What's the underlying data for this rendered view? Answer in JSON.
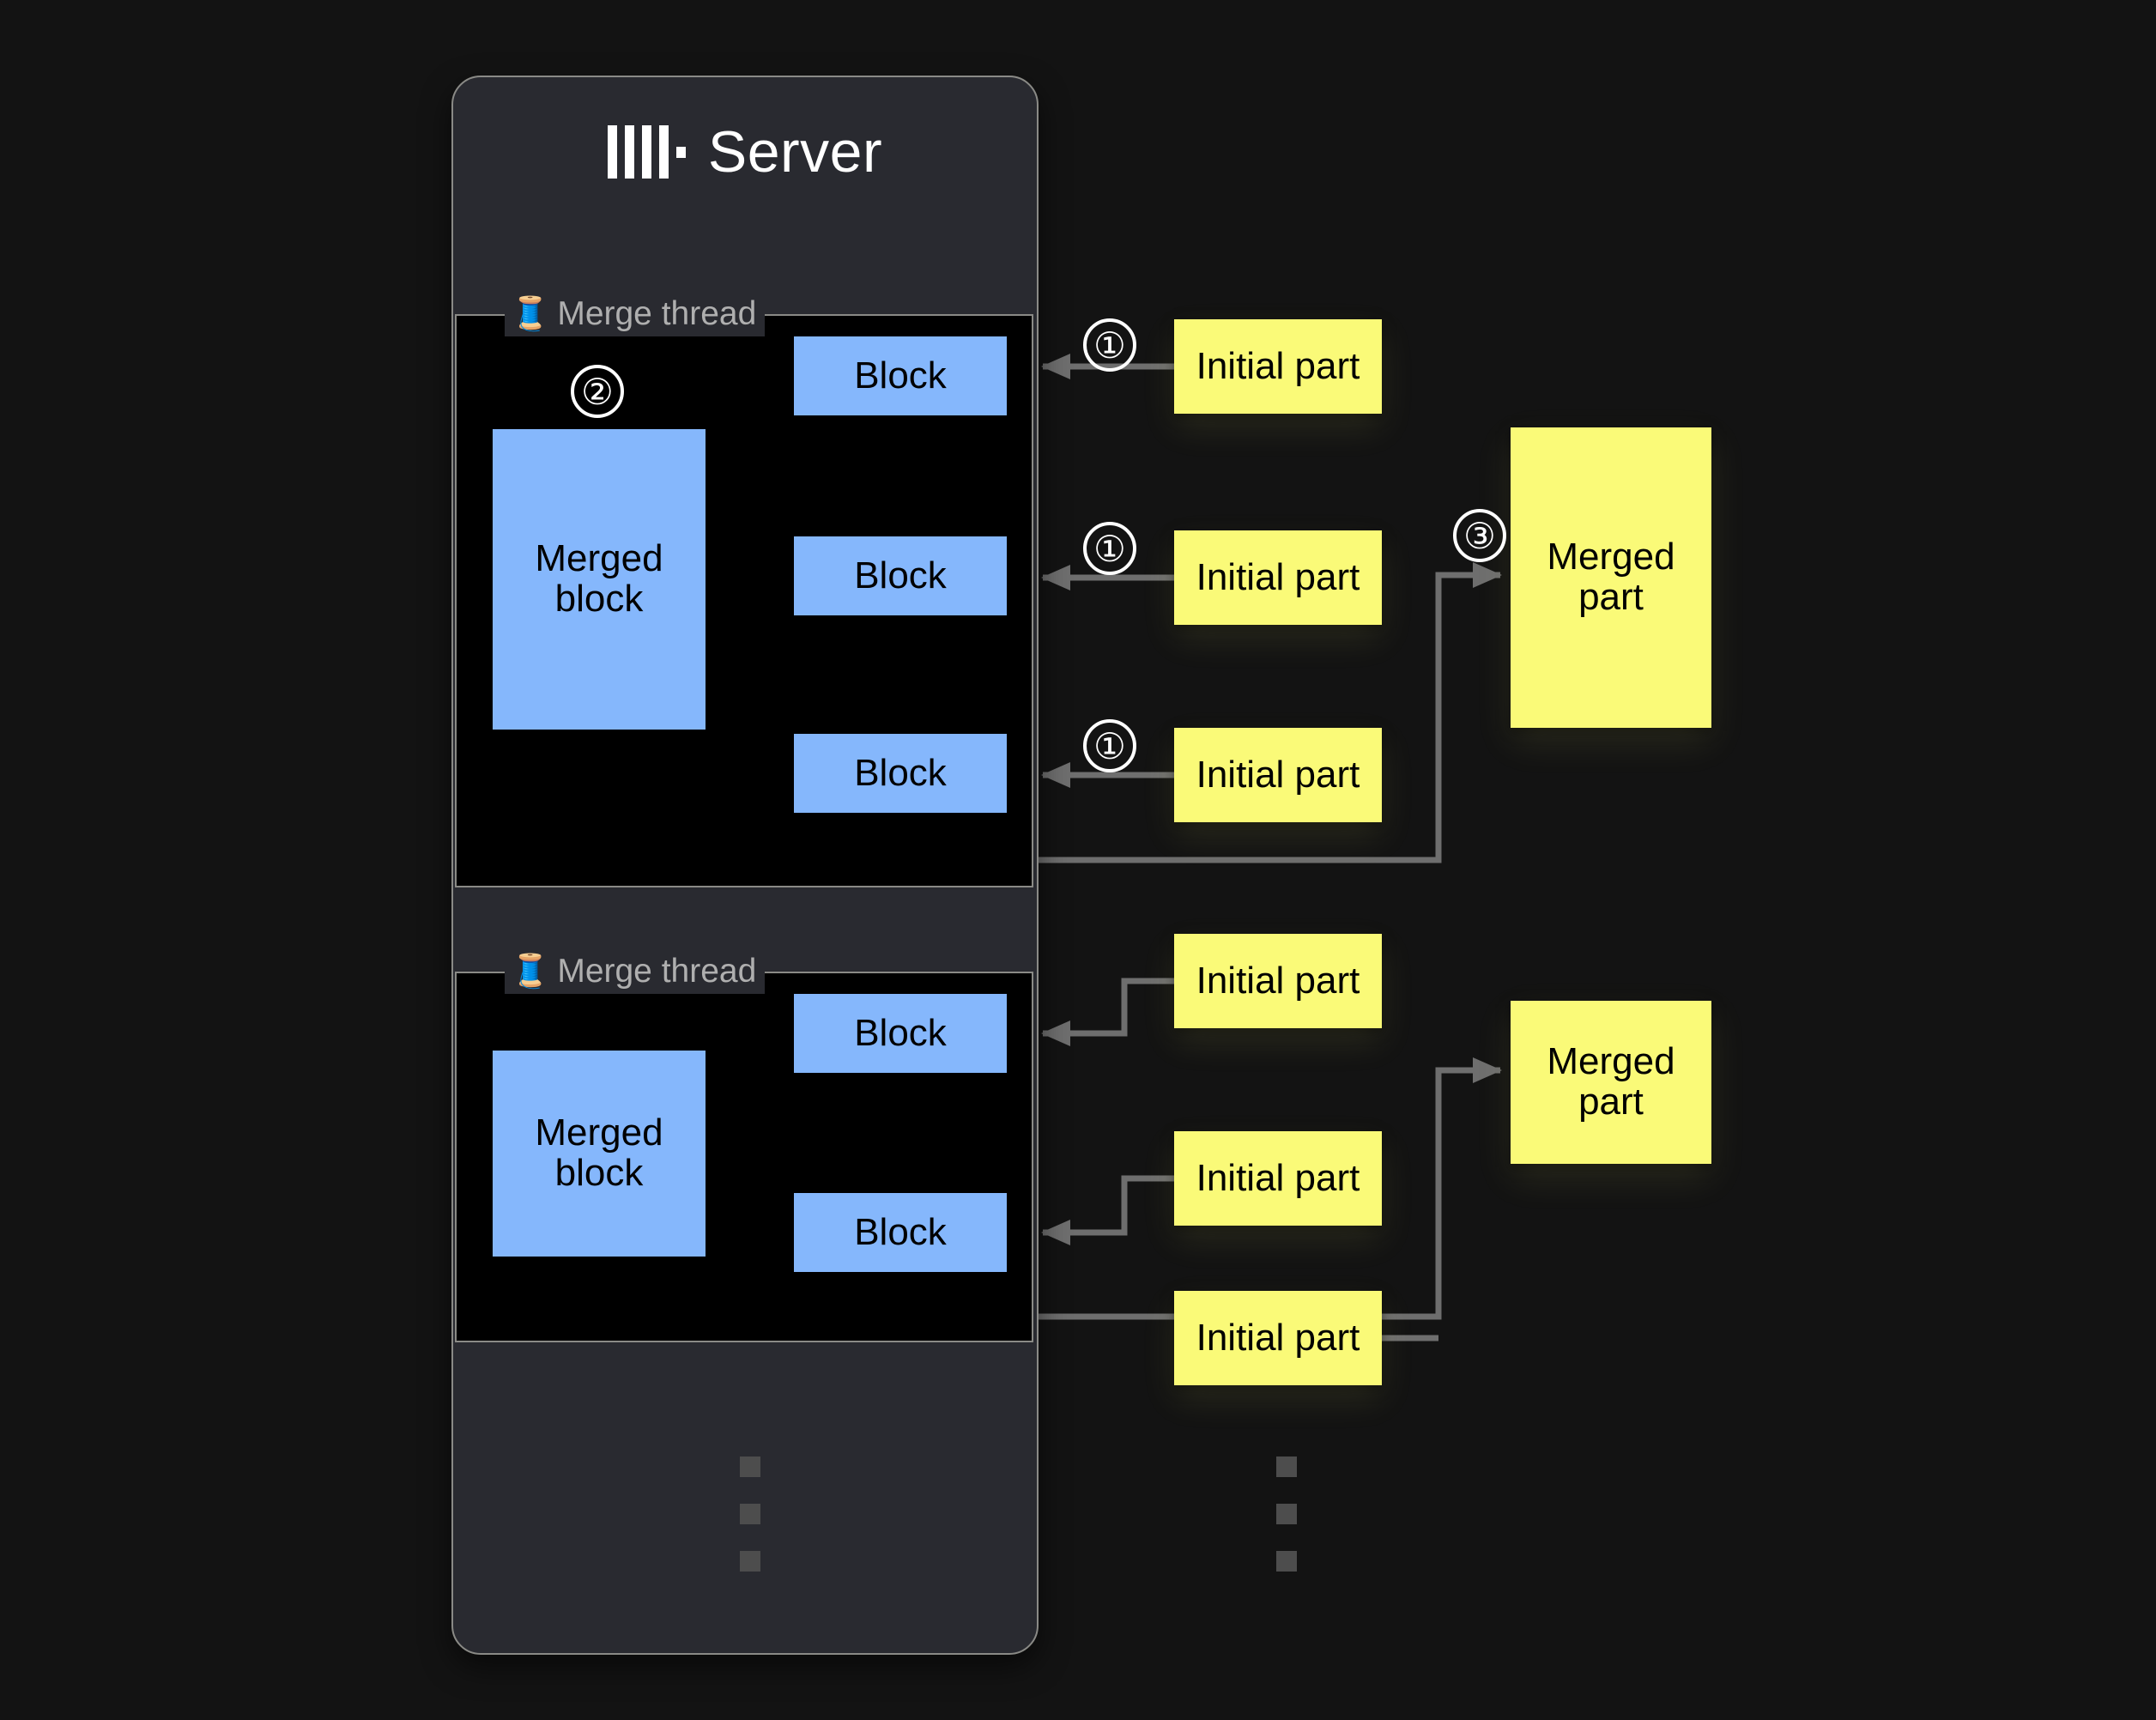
{
  "page": {
    "background": "#131313",
    "title_text": "Server"
  },
  "server": {
    "logo_icon": "clickhouse-logo-icon",
    "title": "Server",
    "panel_color": "#292A30",
    "border_color": "#8A8A86"
  },
  "threads": [
    {
      "legend_icon": "thread-spool-icon",
      "legend_emoji": "🧵",
      "legend": "Merge thread",
      "merged_block": "Merged block",
      "blocks": [
        "Block",
        "Block",
        "Block"
      ]
    },
    {
      "legend_icon": "thread-spool-icon",
      "legend_emoji": "🧵",
      "legend": "Merge thread",
      "merged_block": "Merged block",
      "blocks": [
        "Block",
        "Block"
      ]
    }
  ],
  "initial_parts": [
    "Initial part",
    "Initial part",
    "Initial part",
    "Initial part",
    "Initial part",
    "Initial part"
  ],
  "merged_parts": [
    "Merged part",
    "Merged part"
  ],
  "steps": {
    "one": "①",
    "two": "②",
    "three": "③"
  },
  "colors": {
    "block_blue": "#85B7FC",
    "part_yellow": "#FAFA78",
    "connector_gray": "#6E6E6E",
    "dot_gray": "#4D4D4D",
    "legend_text": "#AFAFAF"
  },
  "ellipsis": {
    "left_label": "vertical-ellipsis",
    "right_label": "vertical-ellipsis"
  }
}
